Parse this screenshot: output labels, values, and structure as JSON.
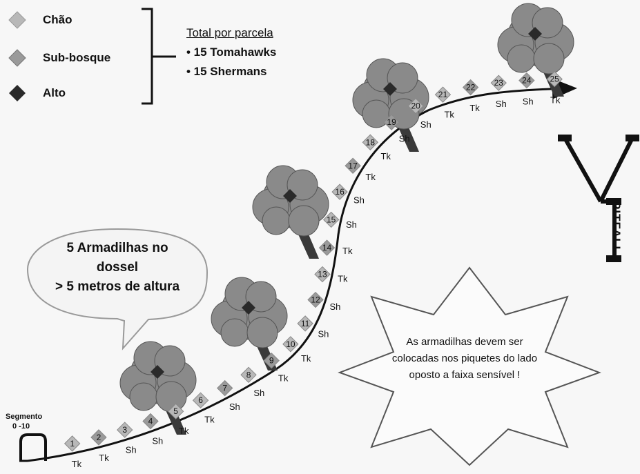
{
  "legend": {
    "items": [
      {
        "label": "Chão",
        "color": "#b8b8b8"
      },
      {
        "label": "Sub-bosque",
        "color": "#9a9a9a"
      },
      {
        "label": "Alto",
        "color": "#2a2a2a"
      }
    ]
  },
  "totals": {
    "title": "Total por parcela",
    "items": [
      "• 15 Tomahawks",
      "• 15 Shermans"
    ]
  },
  "bubble": {
    "lines": [
      "5 Armadilhas no",
      "dossel",
      "> 5 metros de altura"
    ]
  },
  "star_note": {
    "lines": [
      "As armadilhas devem ser",
      "colocadas nos piquetes do lado",
      "oposto a faixa sensível !"
    ]
  },
  "segment": {
    "label": "Segmento",
    "range": "0 -10"
  },
  "pitfall": {
    "label": "PITFALL"
  },
  "stations": [
    {
      "n": "1",
      "trap": "Tk",
      "type": "chao"
    },
    {
      "n": "2",
      "trap": "Tk",
      "type": "sub"
    },
    {
      "n": "3",
      "trap": "Sh",
      "type": "chao"
    },
    {
      "n": "4",
      "trap": "Sh",
      "type": "sub"
    },
    {
      "n": "5",
      "trap": "Tk",
      "type": "chao"
    },
    {
      "n": "6",
      "trap": "Tk",
      "type": "chao"
    },
    {
      "n": "7",
      "trap": "Sh",
      "type": "sub"
    },
    {
      "n": "8",
      "trap": "Sh",
      "type": "chao"
    },
    {
      "n": "9",
      "trap": "Tk",
      "type": "sub"
    },
    {
      "n": "10",
      "trap": "Tk",
      "type": "chao"
    },
    {
      "n": "11",
      "trap": "Sh",
      "type": "chao"
    },
    {
      "n": "12",
      "trap": "Sh",
      "type": "sub"
    },
    {
      "n": "13",
      "trap": "Tk",
      "type": "chao"
    },
    {
      "n": "14",
      "trap": "Tk",
      "type": "sub"
    },
    {
      "n": "15",
      "trap": "Sh",
      "type": "chao"
    },
    {
      "n": "16",
      "trap": "Sh",
      "type": "chao"
    },
    {
      "n": "17",
      "trap": "Tk",
      "type": "sub"
    },
    {
      "n": "18",
      "trap": "Tk",
      "type": "chao"
    },
    {
      "n": "19",
      "trap": "Sh",
      "type": "sub"
    },
    {
      "n": "20",
      "trap": "Sh",
      "type": "chao"
    },
    {
      "n": "21",
      "trap": "Tk",
      "type": "chao"
    },
    {
      "n": "22",
      "trap": "Tk",
      "type": "sub"
    },
    {
      "n": "23",
      "trap": "Sh",
      "type": "chao"
    },
    {
      "n": "24",
      "trap": "Sh",
      "type": "sub"
    },
    {
      "n": "25",
      "trap": "Tk",
      "type": "chao"
    }
  ],
  "colors": {
    "chao": "#b8b8b8",
    "sub": "#9a9a9a",
    "alto": "#2a2a2a",
    "tree_canopy": "#8a8a8a",
    "tree_trunk": "#3a3a3a",
    "path": "#111111"
  }
}
